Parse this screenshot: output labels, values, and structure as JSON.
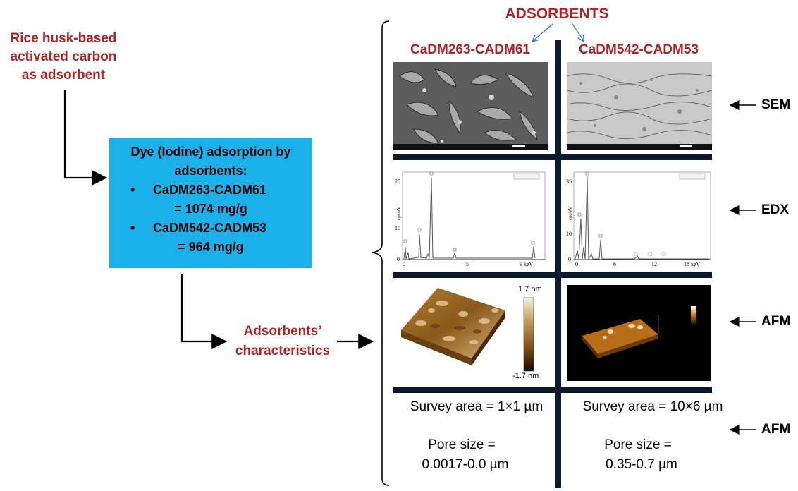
{
  "source_box": {
    "lines": [
      "Rice husk-based",
      "activated carbon",
      "as adsorbent"
    ]
  },
  "result_box": {
    "line1": "Dye (Iodine) adsorption by",
    "line2": "adsorbents:",
    "items": [
      {
        "name": "CaDM263-CADM61",
        "value": "= 1074 mg/g"
      },
      {
        "name": "CaDM542-CADM53",
        "value": "= 964 mg/g"
      }
    ],
    "bullet": "•",
    "bg_color": "#1ab0ea"
  },
  "characteristics_label": [
    "Adsorbents’",
    "characteristics"
  ],
  "adsorbents_header": "ADSORBENTS",
  "columns": [
    {
      "title": "CaDM263-CADM61"
    },
    {
      "title": "CaDM542-CADM53"
    }
  ],
  "row_labels": {
    "sem": "SEM",
    "edx": "EDX",
    "afm": "AFM",
    "afm2": "AFM"
  },
  "edx_left": {
    "ylabel": "cps/eV",
    "y_ticks": [
      "25",
      "10",
      "0"
    ],
    "x_ticks": [
      "0",
      "5",
      "9 keV"
    ]
  },
  "edx_right": {
    "ylabel": "cps/eV",
    "y_ticks": [
      "35",
      "10",
      "0"
    ],
    "x_ticks": [
      "0",
      "6",
      "12",
      "18 keV"
    ]
  },
  "afm_left": {
    "scale_max": "1.7 nm",
    "scale_min": "-1.7 nm"
  },
  "survey": {
    "left": "Survey area = 1×1 µm",
    "right": "Survey area = 10×6 µm"
  },
  "pore": {
    "left_label": "Pore size =",
    "left_value": "0.0017-0.0 µm",
    "right_label": "Pore size =",
    "right_value": "0.35-0.7 µm"
  },
  "colors": {
    "accent_red": "#b22222",
    "divider": "#0b1a2a",
    "arrow_blue": "#3a6fc4"
  }
}
